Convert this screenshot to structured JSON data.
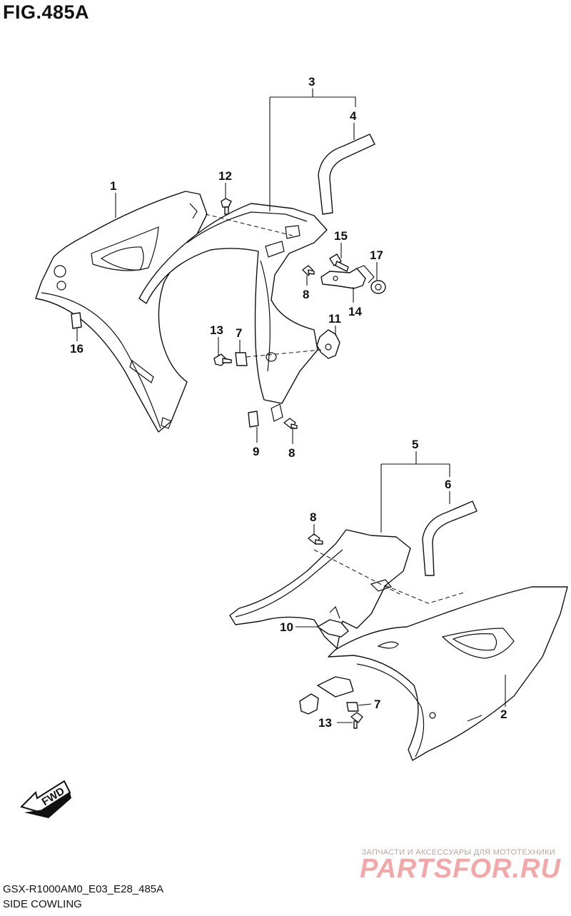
{
  "figure": {
    "title": "FIG.485A",
    "code": "GSX-R1000AM0_E03_E28_485A",
    "name": "SIDE COWLING"
  },
  "fwd_badge": "FWD",
  "watermark": {
    "tagline": "ЗАПЧАСТИ И АКСЕССУАРЫ ДЛЯ МОТОТЕХНИКИ",
    "logo": "PARTSFOR.RU"
  },
  "callouts": {
    "c1": "1",
    "c2": "2",
    "c3": "3",
    "c4": "4",
    "c5": "5",
    "c6": "6",
    "c7a": "7",
    "c7b": "7",
    "c8a": "8",
    "c8b": "8",
    "c8c": "8",
    "c9": "9",
    "c10": "10",
    "c11": "11",
    "c12": "12",
    "c13a": "13",
    "c13b": "13",
    "c14": "14",
    "c15": "15",
    "c16": "16",
    "c17": "17"
  }
}
